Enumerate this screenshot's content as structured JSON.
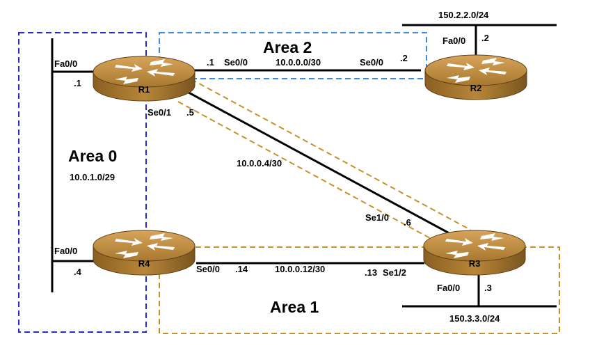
{
  "areas": {
    "area0": {
      "label": "Area 0",
      "subnet": "10.0.1.0/29",
      "color": "#2a2ad0"
    },
    "area1": {
      "label": "Area 1",
      "color": "#c8902a"
    },
    "area2": {
      "label": "Area 2",
      "color": "#3a8ee0"
    }
  },
  "routers": {
    "r1": {
      "name": "R1"
    },
    "r2": {
      "name": "R2"
    },
    "r3": {
      "name": "R3"
    },
    "r4": {
      "name": "R4"
    }
  },
  "links": {
    "r1_r2": {
      "subnet": "10.0.0.0/30",
      "r1_if": "Se0/0",
      "r1_ip": ".1",
      "r2_if": "Se0/0",
      "r2_ip": ".2"
    },
    "r1_r3": {
      "subnet": "10.0.0.4/30",
      "r1_if": "Se0/1",
      "r1_ip": ".5",
      "r3_if": "Se1/0",
      "r3_ip": ".6"
    },
    "r4_r3": {
      "subnet": "10.0.0.12/30",
      "r4_if": "Se0/0",
      "r4_ip": ".14",
      "r3_if": "Se1/2",
      "r3_ip": ".13"
    }
  },
  "lans": {
    "r1_lan": {
      "if": "Fa0/0",
      "ip": ".1"
    },
    "r4_lan": {
      "if": "Fa0/0",
      "ip": ".4"
    },
    "r2_lan": {
      "subnet": "150.2.2.0/24",
      "if": "Fa0/0",
      "ip": ".2"
    },
    "r3_lan": {
      "subnet": "150.3.3.0/24",
      "if": "Fa0/0",
      "ip": ".3"
    }
  },
  "colors": {
    "router_body": "#a87830",
    "router_top": "#c08c40",
    "router_dark": "#7a5520",
    "line": "#000000"
  }
}
